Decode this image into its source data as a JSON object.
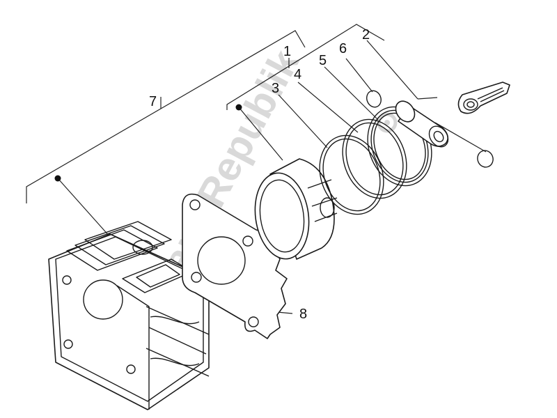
{
  "callouts": {
    "c1": "1",
    "c2": "2",
    "c3": "3",
    "c4": "4",
    "c5": "5",
    "c6": "6",
    "c7": "7",
    "c8": "8"
  },
  "watermark": "PartsRepublik",
  "colors": {
    "line": "#1a1a1a",
    "watermark": "#d9d9d9",
    "background": "#ffffff"
  }
}
